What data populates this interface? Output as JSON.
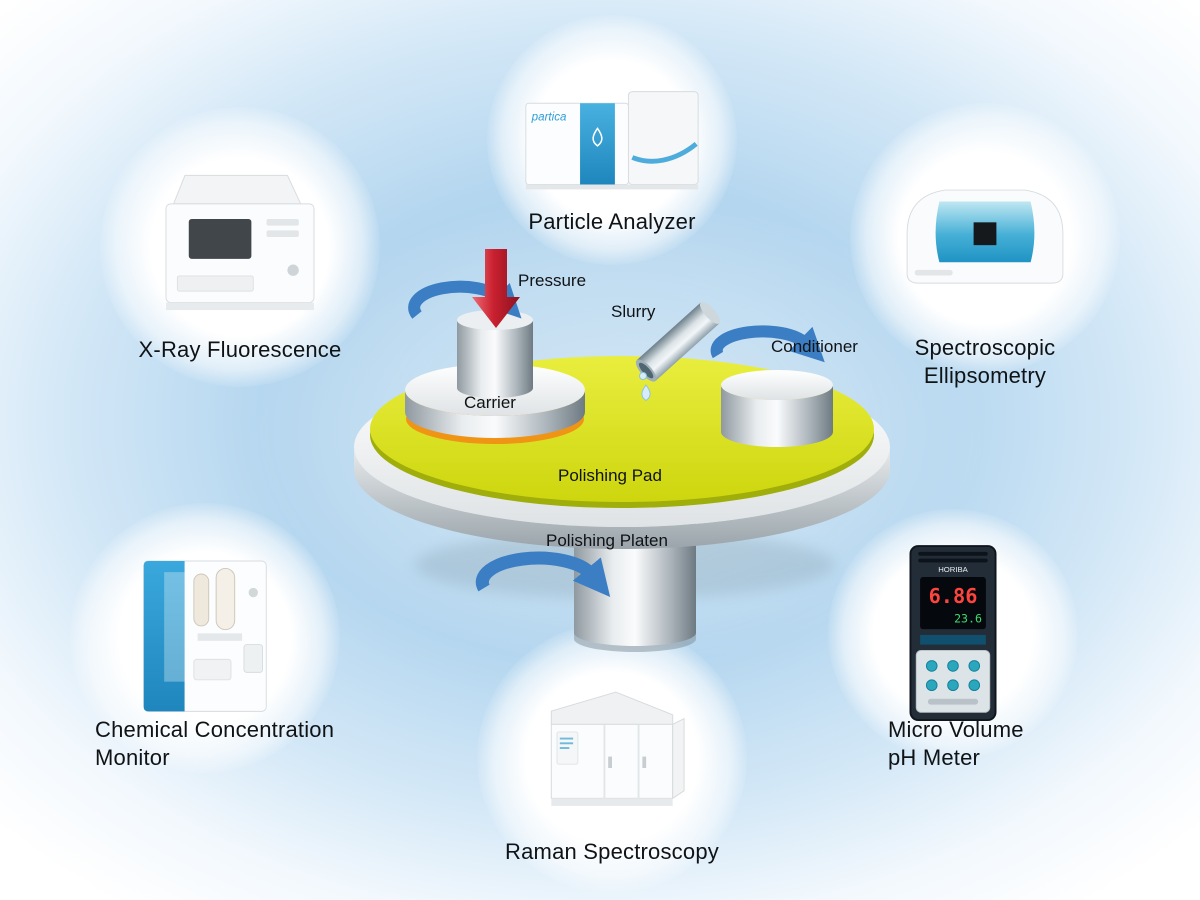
{
  "process_diagram": {
    "pressure": "Pressure",
    "slurry": "Slurry",
    "conditioner": "Conditioner",
    "carrier": "Carrier",
    "polishing_pad": "Polishing Pad",
    "polishing_platen": "Polishing Platen"
  },
  "instruments": {
    "particle_analyzer": {
      "label": "Particle Analyzer",
      "brand": "partica"
    },
    "xray_fluorescence": {
      "label": "X-Ray Fluorescence"
    },
    "spectroscopic_ellipsometry": {
      "line1": "Spectroscopic",
      "line2": "Ellipsometry"
    },
    "chemical_concentration_monitor": {
      "line1": "Chemical Concentration",
      "line2": "Monitor"
    },
    "micro_volume_ph_meter": {
      "line1": "Micro Volume",
      "line2": "pH Meter",
      "brand": "HORIBA",
      "display_main": "6.86",
      "display_sub": "23.6"
    },
    "raman_spectroscopy": {
      "label": "Raman Spectroscopy"
    }
  },
  "colors": {
    "background_blue": "#aed2ec",
    "pad_yellow": "#d9e021",
    "rotation_arrow_blue": "#3b7ec4",
    "pressure_arrow_red": "#c9202f",
    "carrier_ring_orange": "#ef9414",
    "instrument_accent_blue": "#2f9fd6"
  }
}
